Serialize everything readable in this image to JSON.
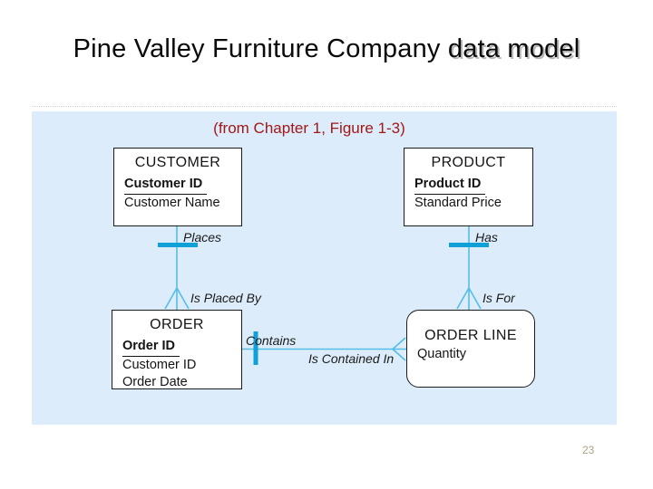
{
  "slide": {
    "title": {
      "prefix": "Pine Valley Furniture Company ",
      "highlight": "data model"
    },
    "caption": "(from Chapter 1, Figure 1-3)",
    "page_number": "23"
  },
  "colors": {
    "panel_background": "#dcecfa",
    "caption_red": "#a11818",
    "relationship_line": "#55bde6",
    "cardinality_tick": "#10a0d8",
    "title_shadow": "#b5b5b5",
    "page_number": "#aba380"
  },
  "diagram": {
    "type": "entity-relationship",
    "entities": {
      "customer": {
        "name": "CUSTOMER",
        "key": "Customer ID",
        "attrs": [
          "Customer Name"
        ]
      },
      "product": {
        "name": "PRODUCT",
        "key": "Product ID",
        "attrs": [
          "Standard Price"
        ]
      },
      "order": {
        "name": "ORDER",
        "key": "Order ID",
        "attrs": [
          "Customer ID",
          "Order Date"
        ]
      },
      "order_line": {
        "name": "ORDER LINE",
        "attrs": [
          "Quantity"
        ]
      }
    },
    "relationships": {
      "places": "Places",
      "is_placed_by": "Is Placed By",
      "has": "Has",
      "is_for": "Is For",
      "contains": "Contains",
      "is_contained_in": "Is Contained In"
    }
  }
}
